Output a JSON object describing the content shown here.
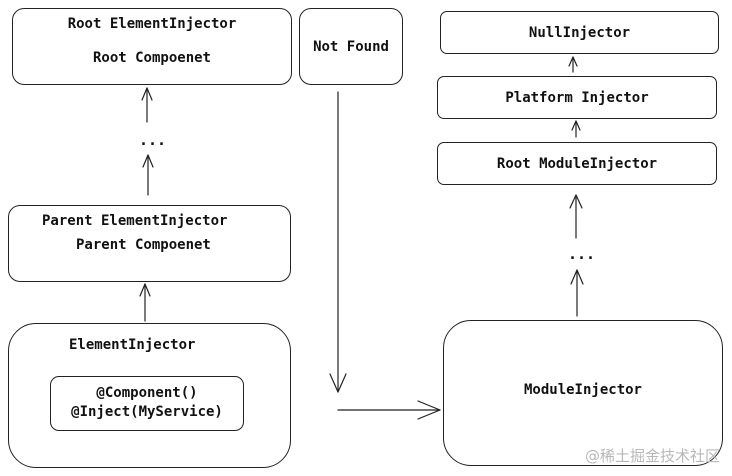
{
  "boxes": {
    "root_element_injector": {
      "title": "Root ElementInjector",
      "subtitle": "Root Compoenet"
    },
    "not_found": {
      "label": "Not Found"
    },
    "parent_element_injector": {
      "title": "Parent ElementInjector",
      "subtitle": "Parent Compoenet"
    },
    "element_injector": {
      "title": "ElementInjector",
      "inner_line1": "@Component()",
      "inner_line2": "@Inject(MyService)"
    },
    "null_injector": {
      "label": "NullInjector"
    },
    "platform_injector": {
      "label": "Platform Injector"
    },
    "root_module_injector": {
      "label": "Root ModuleInjector"
    },
    "module_injector": {
      "label": "ModuleInjector"
    }
  },
  "ellipses": {
    "left": "...",
    "right": "..."
  },
  "watermark": "@稀土掘金技术社区"
}
